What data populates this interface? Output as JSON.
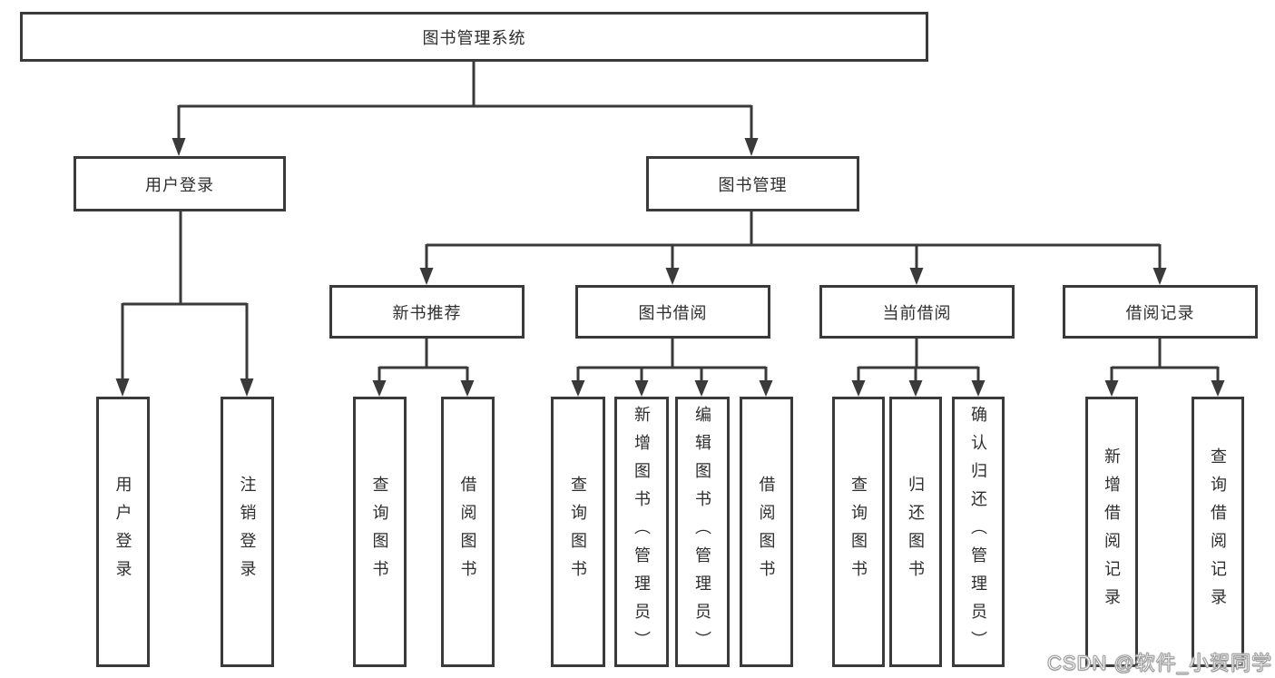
{
  "tree": {
    "root": "图书管理系统",
    "user_login": {
      "label": "用户登录",
      "children": [
        "用户登录",
        "注销登录"
      ]
    },
    "book_mgmt": {
      "label": "图书管理",
      "sections": [
        {
          "label": "新书推荐",
          "children": [
            "查询图书",
            "借阅图书"
          ]
        },
        {
          "label": "图书借阅",
          "children": [
            "查询图书",
            "新增图书（管理员）",
            "编辑图书（管理员）",
            "借阅图书"
          ]
        },
        {
          "label": "当前借阅",
          "children": [
            "查询图书",
            "归还图书",
            "确认归还（管理员）"
          ]
        },
        {
          "label": "借阅记录",
          "children": [
            "新增借阅记录",
            "查询借阅记录"
          ]
        }
      ]
    }
  },
  "watermark": "CSDN @软件_小贺同学",
  "colors": {
    "line": "#3a3a3a",
    "text": "#2e2e2e",
    "background": "#ffffff",
    "watermark_fill": "#ffffff",
    "watermark_outline": "#9a9a9a"
  }
}
